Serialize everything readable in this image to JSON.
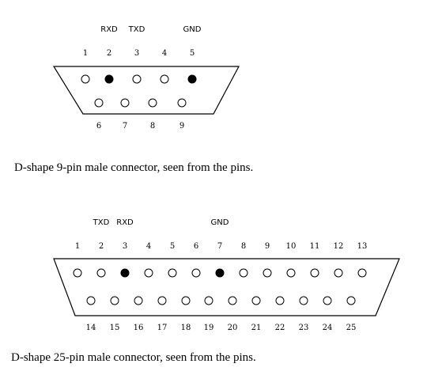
{
  "connectors": [
    {
      "id": "db9",
      "caption": "D-shape 9-pin male connector, seen from the pins.",
      "signals": [
        {
          "pin": 2,
          "label": "RXD"
        },
        {
          "pin": 3,
          "label": "TXD"
        },
        {
          "pin": 5,
          "label": "GND"
        }
      ],
      "top_pins": [
        {
          "n": "1",
          "filled": false
        },
        {
          "n": "2",
          "filled": true
        },
        {
          "n": "3",
          "filled": false
        },
        {
          "n": "4",
          "filled": false
        },
        {
          "n": "5",
          "filled": true
        }
      ],
      "bottom_pins": [
        {
          "n": "6",
          "filled": false
        },
        {
          "n": "7",
          "filled": false
        },
        {
          "n": "8",
          "filled": false
        },
        {
          "n": "9",
          "filled": false
        }
      ]
    },
    {
      "id": "db25",
      "caption": "D-shape 25-pin male connector, seen from the pins.",
      "signals": [
        {
          "pin": 2,
          "label": "TXD"
        },
        {
          "pin": 3,
          "label": "RXD"
        },
        {
          "pin": 7,
          "label": "GND"
        }
      ],
      "top_pins": [
        {
          "n": "1",
          "filled": false
        },
        {
          "n": "2",
          "filled": false
        },
        {
          "n": "3",
          "filled": true
        },
        {
          "n": "4",
          "filled": false
        },
        {
          "n": "5",
          "filled": false
        },
        {
          "n": "6",
          "filled": false
        },
        {
          "n": "7",
          "filled": true
        },
        {
          "n": "8",
          "filled": false
        },
        {
          "n": "9",
          "filled": false
        },
        {
          "n": "10",
          "filled": false
        },
        {
          "n": "11",
          "filled": false
        },
        {
          "n": "12",
          "filled": false
        },
        {
          "n": "13",
          "filled": false
        }
      ],
      "bottom_pins": [
        {
          "n": "14",
          "filled": false
        },
        {
          "n": "15",
          "filled": false
        },
        {
          "n": "16",
          "filled": false
        },
        {
          "n": "17",
          "filled": false
        },
        {
          "n": "18",
          "filled": false
        },
        {
          "n": "19",
          "filled": false
        },
        {
          "n": "20",
          "filled": false
        },
        {
          "n": "21",
          "filled": false
        },
        {
          "n": "22",
          "filled": false
        },
        {
          "n": "23",
          "filled": false
        },
        {
          "n": "24",
          "filled": false
        },
        {
          "n": "25",
          "filled": false
        }
      ]
    }
  ]
}
